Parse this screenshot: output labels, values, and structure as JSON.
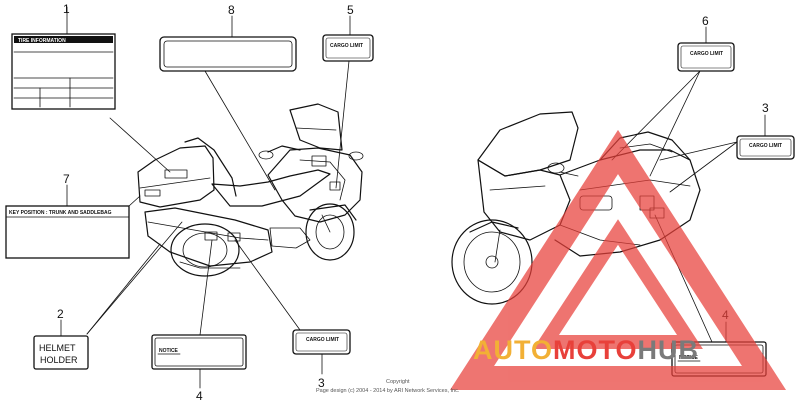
{
  "callouts": {
    "c1": "1",
    "c2": "2",
    "c3a": "3",
    "c3b": "3",
    "c4a": "4",
    "c4b": "4",
    "c5": "5",
    "c6": "6",
    "c7": "7",
    "c8": "8"
  },
  "labels": {
    "tire_info": "TIRE  INFORMATION",
    "key_position": "KEY POSITION : TRUNK AND SADDLEBAG",
    "helmet_line1": "HELMET",
    "helmet_line2": "HOLDER",
    "notice": "NOTICE",
    "cargo_limit_5": "CARGO LIMIT",
    "cargo_limit_3a": "CARGO LIMIT",
    "cargo_limit_6": "CARGO LIMIT",
    "cargo_limit_3b": "CARGO LIMIT"
  },
  "copyright": {
    "line1": "Copyright",
    "line2": "Page design (c) 2004 - 2014 by ARI Network Services, Inc."
  },
  "watermark": {
    "part1": "AUTO",
    "part2": "MOTO",
    "part3": "HUB",
    "color_orange": "#f2b035",
    "color_red": "#e8403a",
    "color_gray": "#7a7a7a"
  }
}
